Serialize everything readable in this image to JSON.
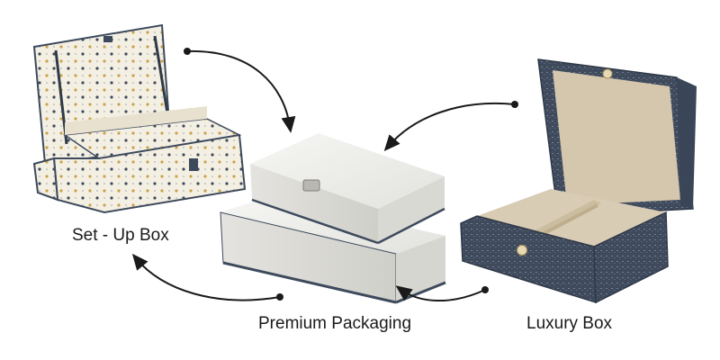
{
  "labels": {
    "setup": "Set - Up Box",
    "premium": "Premium Packaging",
    "luxury": "Luxury Box"
  },
  "items": [
    {
      "key": "setup",
      "icon": "open-patterned-setup-box-image"
    },
    {
      "key": "premium",
      "icon": "stacked-white-boxes-image"
    },
    {
      "key": "luxury",
      "icon": "open-navy-luxury-box-image"
    }
  ],
  "colors": {
    "background": "#ffffff",
    "navy": "#3d4a5c",
    "cream": "#f4efe3",
    "beige_lining": "#d9ccb5",
    "white_box": "#ececea",
    "arrow": "#1a1a1a"
  }
}
